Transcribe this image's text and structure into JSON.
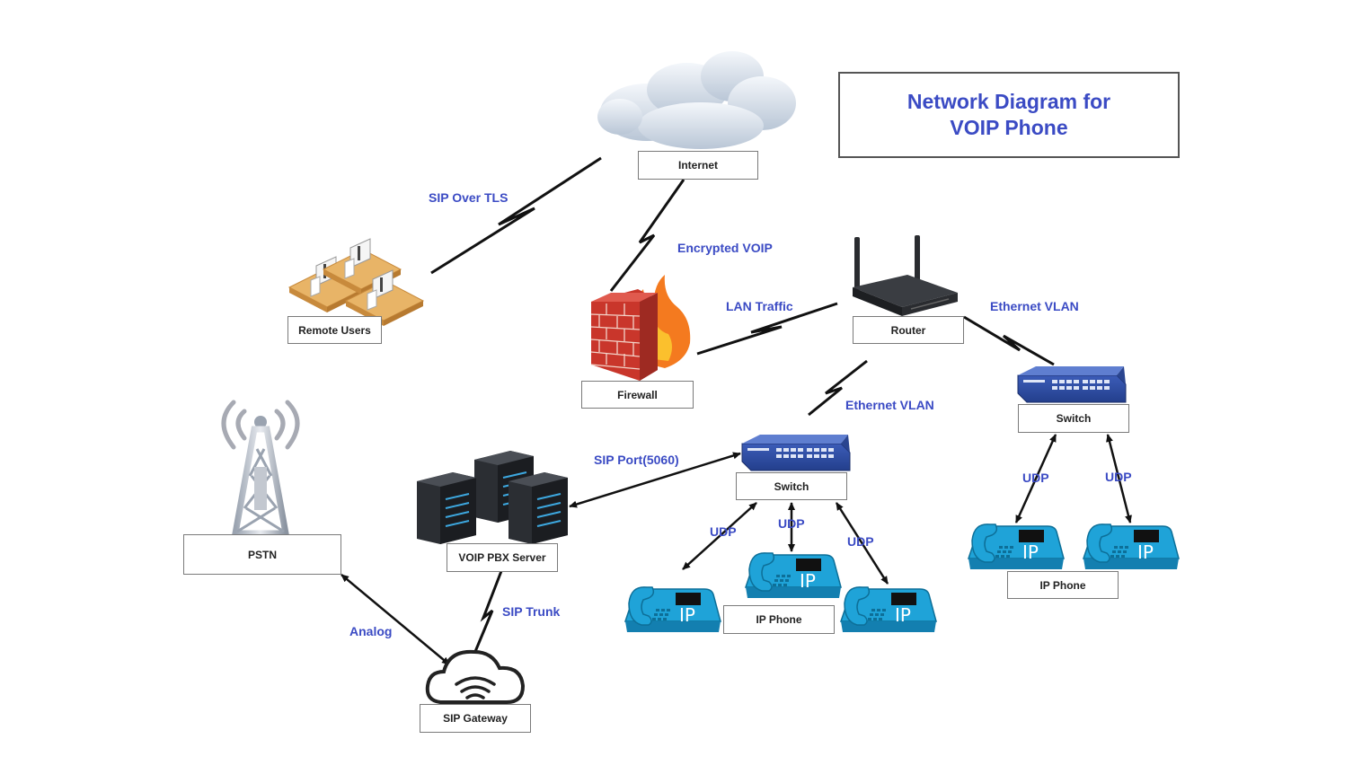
{
  "title": {
    "line1": "Network Diagram for",
    "line2": "VOIP Phone"
  },
  "nodes": {
    "internet": "Internet",
    "remote_users": "Remote Users",
    "firewall": "Firewall",
    "router": "Router",
    "switch_right": "Switch",
    "switch_center": "Switch",
    "pstn": "PSTN",
    "pbx": "VOIP PBX Server",
    "sip_gateway": "SIP Gateway",
    "ip_phone_center": "IP Phone",
    "ip_phone_right": "IP Phone"
  },
  "links": {
    "sip_over_tls": "SIP Over TLS",
    "encrypted_voip": "Encrypted VOIP",
    "lan_traffic": "LAN Traffic",
    "ethernet_vlan_right": "Ethernet VLAN",
    "ethernet_vlan_center": "Ethernet VLAN",
    "sip_port": "SIP Port(5060)",
    "sip_trunk": "SIP Trunk",
    "analog": "Analog",
    "udp_c1": "UDP",
    "udp_c2": "UDP",
    "udp_c3": "UDP",
    "udp_r1": "UDP",
    "udp_r2": "UDP"
  },
  "phone_text": "IP",
  "colors": {
    "label": "#3b4bc4",
    "phone": "#1fa3d8",
    "switch": "#2f4a9e",
    "firewall": "#d9453a"
  }
}
